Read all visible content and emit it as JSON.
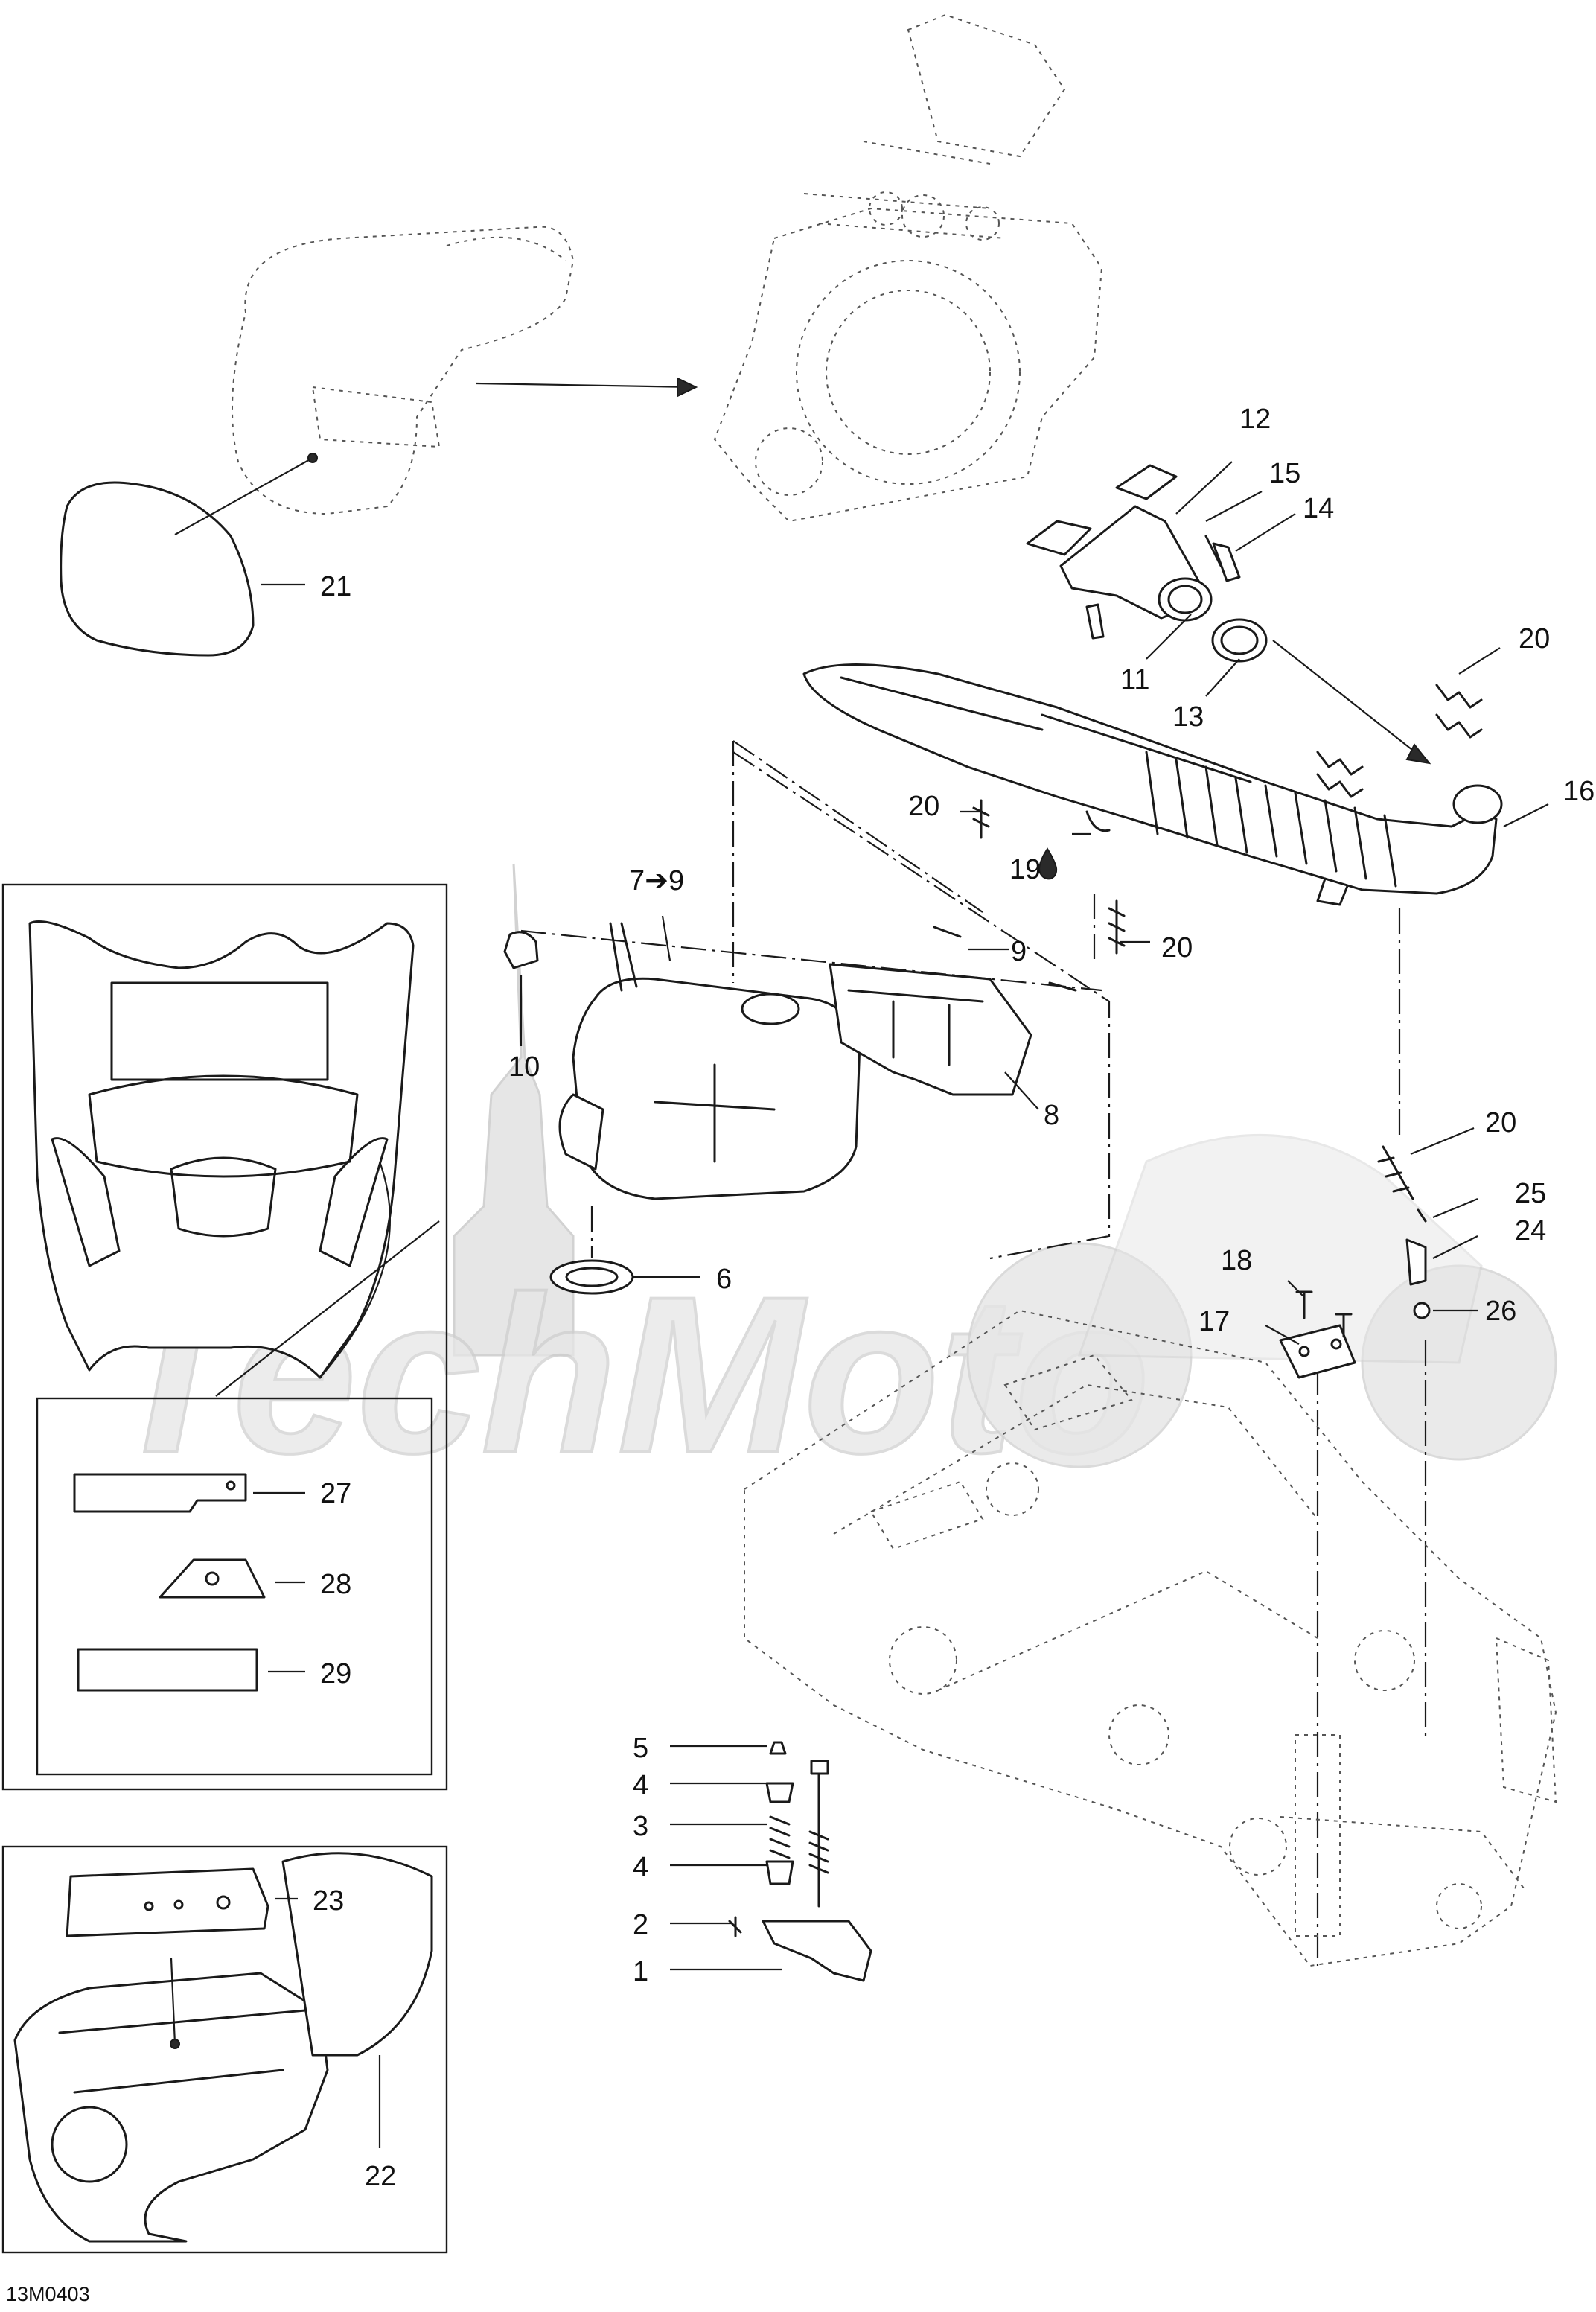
{
  "callouts": [
    {
      "id": "c1",
      "label": "1"
    },
    {
      "id": "c2",
      "label": "2"
    },
    {
      "id": "c3",
      "label": "3"
    },
    {
      "id": "c4a",
      "label": "4"
    },
    {
      "id": "c4b",
      "label": "4"
    },
    {
      "id": "c5",
      "label": "5"
    },
    {
      "id": "c6",
      "label": "6"
    },
    {
      "id": "c7",
      "label": "7➔9"
    },
    {
      "id": "c8",
      "label": "8"
    },
    {
      "id": "c9",
      "label": "9"
    },
    {
      "id": "c10",
      "label": "10"
    },
    {
      "id": "c11",
      "label": "11"
    },
    {
      "id": "c12",
      "label": "12"
    },
    {
      "id": "c13",
      "label": "13"
    },
    {
      "id": "c14",
      "label": "14"
    },
    {
      "id": "c15",
      "label": "15"
    },
    {
      "id": "c16",
      "label": "16"
    },
    {
      "id": "c17",
      "label": "17"
    },
    {
      "id": "c18",
      "label": "18"
    },
    {
      "id": "c19",
      "label": "19"
    },
    {
      "id": "c20a",
      "label": "20"
    },
    {
      "id": "c20b",
      "label": "20"
    },
    {
      "id": "c20c",
      "label": "20"
    },
    {
      "id": "c20d",
      "label": "20"
    },
    {
      "id": "c21",
      "label": "21"
    },
    {
      "id": "c22",
      "label": "22"
    },
    {
      "id": "c23",
      "label": "23"
    },
    {
      "id": "c24",
      "label": "24"
    },
    {
      "id": "c25",
      "label": "25"
    },
    {
      "id": "c26",
      "label": "26"
    },
    {
      "id": "c27",
      "label": "27"
    },
    {
      "id": "c28",
      "label": "28"
    },
    {
      "id": "c29",
      "label": "29"
    }
  ],
  "figure_ref": "13M0403",
  "watermark_text": "TechMoto",
  "icons": {
    "lubricant": "oil-drop-icon",
    "arrow": "see-also-arrow-icon"
  },
  "colors": {
    "line": "#1a1a1a",
    "watermark": "#e6e6e6"
  }
}
